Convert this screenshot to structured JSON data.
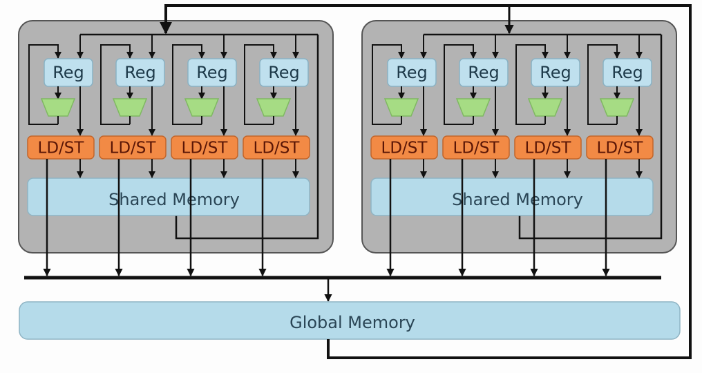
{
  "diagram": {
    "title": "GPU memory hierarchy",
    "colors": {
      "background": "#fdfdfd",
      "sm_fill": "#b3b3b3",
      "sm_stroke": "#555555",
      "reg_fill": "#bfe0ee",
      "reg_stroke": "#8ab2c4",
      "alu_fill": "#a6dc84",
      "alu_stroke": "#7fb862",
      "ldst_fill": "#f28a45",
      "ldst_stroke": "#c2652a",
      "memory_fill": "#b5dbea",
      "memory_stroke": "#8fb4c4",
      "wire": "#111111"
    },
    "sms": [
      {
        "name": "sm-left",
        "shared_memory_label": "Shared Memory",
        "lanes": [
          {
            "reg_label": "Reg",
            "ldst_label": "LD/ST"
          },
          {
            "reg_label": "Reg",
            "ldst_label": "LD/ST"
          },
          {
            "reg_label": "Reg",
            "ldst_label": "LD/ST"
          },
          {
            "reg_label": "Reg",
            "ldst_label": "LD/ST"
          }
        ]
      },
      {
        "name": "sm-right",
        "shared_memory_label": "Shared Memory",
        "lanes": [
          {
            "reg_label": "Reg",
            "ldst_label": "LD/ST"
          },
          {
            "reg_label": "Reg",
            "ldst_label": "LD/ST"
          },
          {
            "reg_label": "Reg",
            "ldst_label": "LD/ST"
          },
          {
            "reg_label": "Reg",
            "ldst_label": "LD/ST"
          }
        ]
      }
    ],
    "global_memory_label": "Global Memory"
  }
}
